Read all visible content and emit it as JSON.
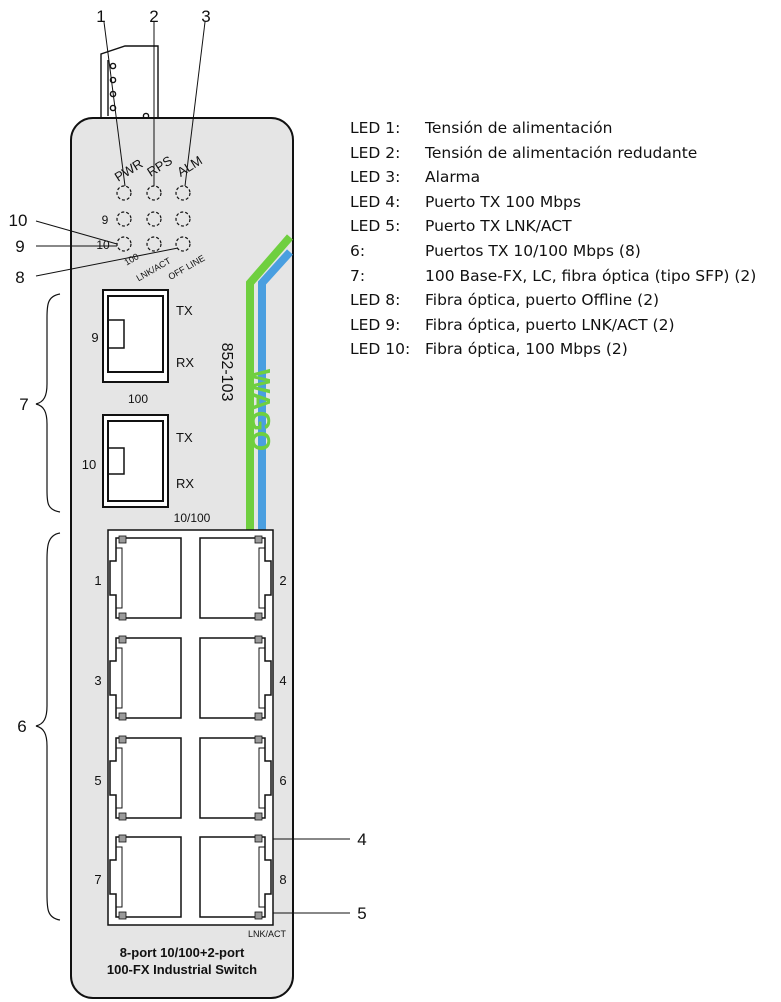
{
  "callouts": {
    "top": [
      "1",
      "2",
      "3"
    ],
    "left_led": [
      "10",
      "9",
      "8"
    ],
    "bracket_fiber": "7",
    "bracket_rj45": "6",
    "right_port": [
      "4",
      "5"
    ]
  },
  "device": {
    "led_labels": [
      "PWR",
      "RPS",
      "ALM"
    ],
    "row9_label": "9",
    "row10_label": "10",
    "led_100": "100",
    "led_lnkact": "LNK/ACT",
    "led_offline": "OFF LINE",
    "model": "852-103",
    "brand": "WAGO",
    "sfp_ports": [
      {
        "number": "9",
        "tx": "TX",
        "rx": "RX",
        "speed": "100"
      },
      {
        "number": "10",
        "tx": "TX",
        "rx": "RX",
        "speed": "10/100"
      }
    ],
    "rj45_numbers": [
      "1",
      "2",
      "3",
      "4",
      "5",
      "6",
      "7",
      "8"
    ],
    "rj45_led_label": "LNK/ACT",
    "footer_line1": "8-port 10/100+2-port",
    "footer_line2": "100-FX Industrial Switch"
  },
  "colors": {
    "green_stripe": "#6fcf3f",
    "blue_stripe": "#4a9fe0",
    "body_fill": "#e5e5e5"
  },
  "legend": [
    {
      "key": "LED 1:",
      "text": "Tensión de alimentación"
    },
    {
      "key": "LED 2:",
      "text": "Tensión de alimentación redudante"
    },
    {
      "key": "LED 3:",
      "text": "Alarma"
    },
    {
      "key": "LED 4:",
      "text": "Puerto TX 100 Mbps"
    },
    {
      "key": "LED 5:",
      "text": "Puerto TX LNK/ACT"
    },
    {
      "key": "6:",
      "text": "Puertos TX 10/100 Mbps (8)"
    },
    {
      "key": "7:",
      "text": "100 Base-FX, LC, fibra óptica (tipo SFP) (2)"
    },
    {
      "key": "LED 8:",
      "text": "Fibra óptica, puerto Offline (2)"
    },
    {
      "key": "LED 9:",
      "text": "Fibra óptica, puerto LNK/ACT (2)"
    },
    {
      "key": "LED 10:",
      "text": "Fibra óptica, 100 Mbps (2)"
    }
  ]
}
